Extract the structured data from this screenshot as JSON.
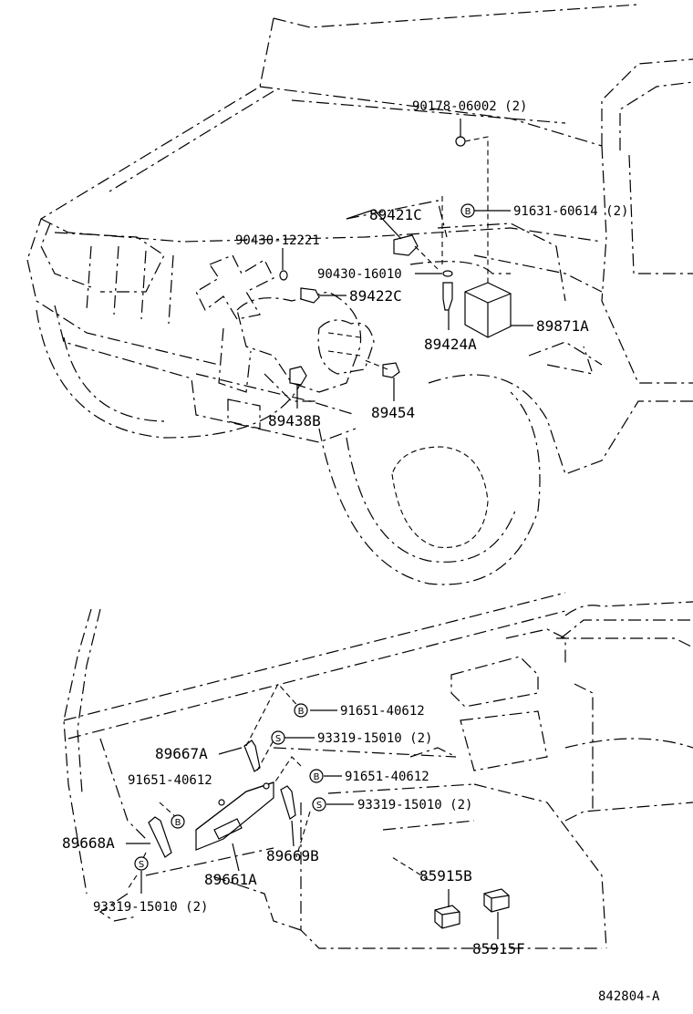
{
  "parts": {
    "p90178": "90178-06002 (2)",
    "p91631": "91631-60614 (2)",
    "p89421c": "89421C",
    "p90430_12221": "90430-12221",
    "p90430_16010": "90430-16010",
    "p89422c": "89422C",
    "p89871a": "89871A",
    "p89424a": "89424A",
    "p89438b": "89438B",
    "p89454": "89454",
    "p91651_top": "91651-40612",
    "p93319_top": "93319-15010 (2)",
    "p89667a": "89667A",
    "p91651_left": "91651-40612",
    "p91651_mid": "91651-40612",
    "p93319_mid": "93319-15010 (2)",
    "p89668a": "89668A",
    "p89669b": "89669B",
    "p89661a": "89661A",
    "p93319_bot": "93319-15010 (2)",
    "p85915b": "85915B",
    "p85915f": "85915F"
  },
  "markers": {
    "bolt": "B",
    "screw": "S"
  },
  "figure_id": "842804-A"
}
